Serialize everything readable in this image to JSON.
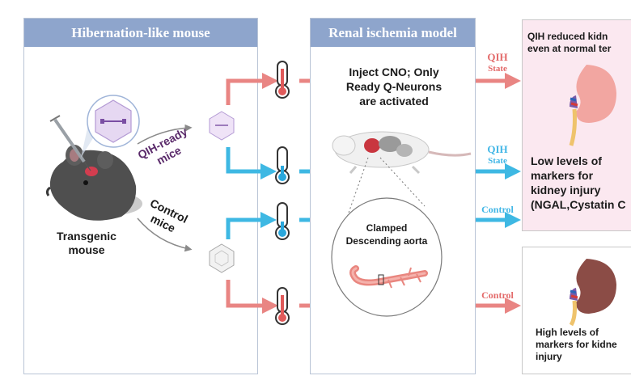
{
  "left_panel": {
    "title": "Hibernation-like mouse",
    "mouse_label": "Transgenic\nmouse",
    "qih_ready_label": "QIH-ready\nmice",
    "control_label": "Control\nmice"
  },
  "middle_panel": {
    "title": "Renal ischemia model",
    "inject_text": "Inject CNO; Only\nReady Q-Neurons\nare activated",
    "clamp_text": "Clamped\nDescending aorta"
  },
  "arrow_labels": {
    "qih_state_top": [
      "QIH",
      "State"
    ],
    "qih_state_mid": [
      "QIH",
      "State"
    ],
    "control_mid": "Control",
    "control_bottom": "Control"
  },
  "right_top": {
    "heading": "QIH reduced kidn\neven at normal ter",
    "result": "Low levels of\nmarkers for\nkidney injury\n(NGAL,Cystatin C"
  },
  "right_bottom": {
    "result": "High levels of\nmarkers for kidne\ninjury"
  },
  "colors": {
    "header_blue": "#8ea5cc",
    "warm_arrow": "#e98583",
    "cold_arrow": "#3eb8e3",
    "qih_label": "#e36a6a",
    "control_label": "#41b6e6",
    "qih_ready_text": "#5a2a6a"
  }
}
